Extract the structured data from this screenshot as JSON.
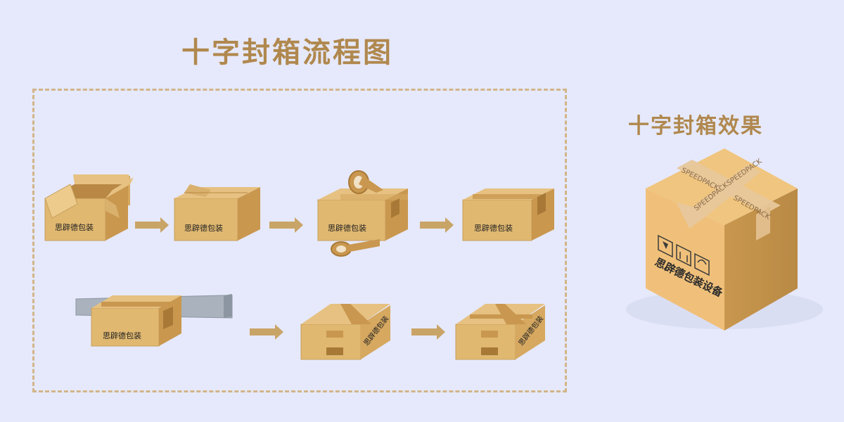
{
  "title": "十字封箱流程图",
  "effect_title": "十字封箱效果",
  "box_label": "思辟德包装",
  "final_box": {
    "tape_text": "SPEEDPACK",
    "brand_text": "思辟德包装设备"
  },
  "colors": {
    "background": "#e6e9fb",
    "accent": "#b0884e",
    "box": "#e0b870",
    "tape": "#c9974f",
    "arrow": "#c9a467"
  },
  "steps": [
    {
      "id": 1,
      "icon": "open-box-icon"
    },
    {
      "id": 2,
      "icon": "closing-box-icon"
    },
    {
      "id": 3,
      "icon": "taping-box-icon"
    },
    {
      "id": 4,
      "icon": "taped-box-icon"
    },
    {
      "id": 5,
      "icon": "conveyor-box-icon"
    },
    {
      "id": 6,
      "icon": "rotated-box-icon"
    },
    {
      "id": 7,
      "icon": "cross-sealed-box-icon"
    }
  ]
}
